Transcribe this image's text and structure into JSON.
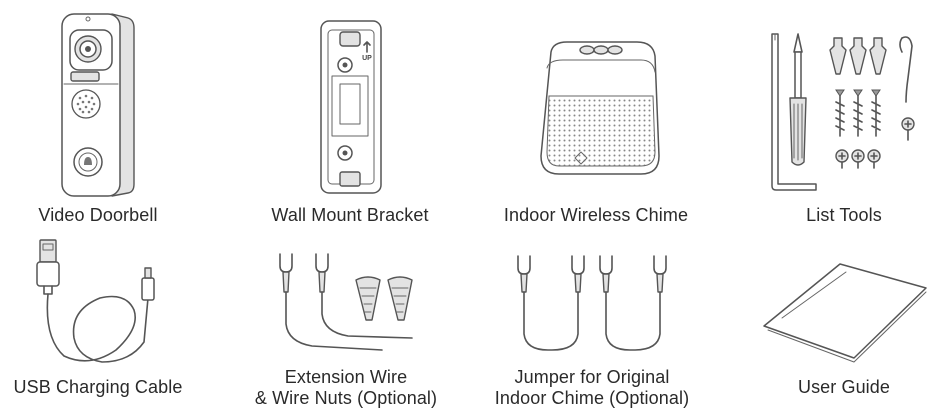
{
  "items": [
    {
      "id": "video-doorbell",
      "label": "Video Doorbell"
    },
    {
      "id": "wall-mount-bracket",
      "label": "Wall Mount Bracket"
    },
    {
      "id": "indoor-wireless-chime",
      "label": "Indoor Wireless Chime"
    },
    {
      "id": "list-tools",
      "label": "List Tools"
    },
    {
      "id": "usb-charging-cable",
      "label": "USB Charging Cable"
    },
    {
      "id": "extension-wire",
      "label_line1": "Extension Wire",
      "label_line2": "& Wire Nuts (Optional)"
    },
    {
      "id": "jumper",
      "label_line1": "Jumper for Original",
      "label_line2": "Indoor Chime (Optional)"
    },
    {
      "id": "user-guide",
      "label": "User Guide"
    }
  ],
  "bracket_mark": "UP",
  "colors": {
    "stroke": "#555555",
    "fill_gray": "#e3e3e3",
    "text": "#2a2a2a"
  }
}
